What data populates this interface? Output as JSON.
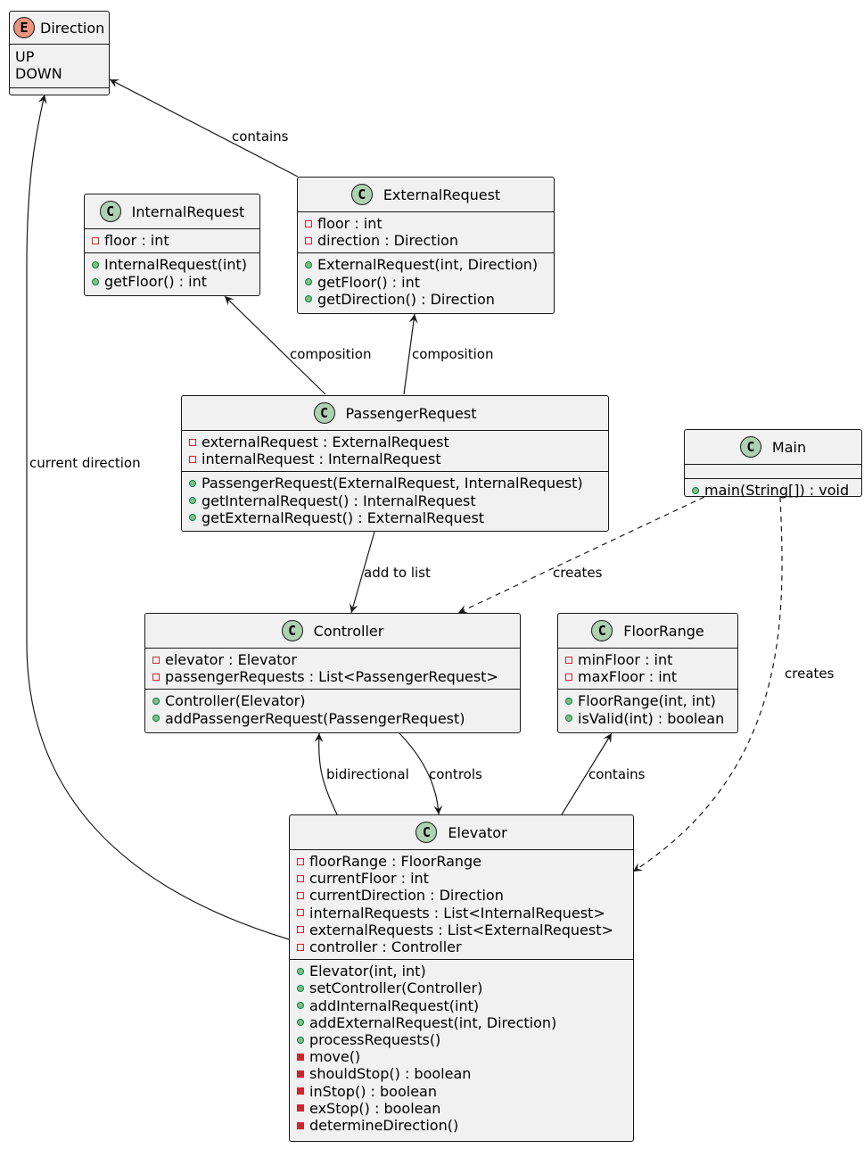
{
  "classes": {
    "direction": {
      "name": "Direction",
      "stereotype": "E",
      "constants": [
        "UP",
        "DOWN"
      ]
    },
    "internal_request": {
      "name": "InternalRequest",
      "stereotype": "C",
      "fields": [
        "floor : int"
      ],
      "methods": [
        "InternalRequest(int)",
        "getFloor() : int"
      ]
    },
    "external_request": {
      "name": "ExternalRequest",
      "stereotype": "C",
      "fields": [
        "floor : int",
        "direction : Direction"
      ],
      "methods": [
        "ExternalRequest(int, Direction)",
        "getFloor() : int",
        "getDirection() : Direction"
      ]
    },
    "passenger_request": {
      "name": "PassengerRequest",
      "stereotype": "C",
      "fields": [
        "externalRequest : ExternalRequest",
        "internalRequest : InternalRequest"
      ],
      "methods": [
        "PassengerRequest(ExternalRequest, InternalRequest)",
        "getInternalRequest() : InternalRequest",
        "getExternalRequest() : ExternalRequest"
      ]
    },
    "main": {
      "name": "Main",
      "stereotype": "C",
      "methods": [
        "main(String[]) : void"
      ]
    },
    "controller": {
      "name": "Controller",
      "stereotype": "C",
      "fields": [
        "elevator : Elevator",
        "passengerRequests : List<PassengerRequest>"
      ],
      "methods": [
        "Controller(Elevator)",
        "addPassengerRequest(PassengerRequest)"
      ]
    },
    "floor_range": {
      "name": "FloorRange",
      "stereotype": "C",
      "fields": [
        "minFloor : int",
        "maxFloor : int"
      ],
      "methods": [
        "FloorRange(int, int)",
        "isValid(int) : boolean"
      ]
    },
    "elevator": {
      "name": "Elevator",
      "stereotype": "C",
      "fields": [
        "floorRange : FloorRange",
        "currentFloor : int",
        "currentDirection : Direction",
        "internalRequests : List<InternalRequest>",
        "externalRequests : List<ExternalRequest>",
        "controller : Controller"
      ],
      "public_methods": [
        "Elevator(int, int)",
        "setController(Controller)",
        "addInternalRequest(int)",
        "addExternalRequest(int, Direction)",
        "processRequests()"
      ],
      "private_methods": [
        "move()",
        "shouldStop() : boolean",
        "inStop() : boolean",
        "exStop() : boolean",
        "determineDirection()"
      ]
    }
  },
  "relations": {
    "ext_to_direction": "contains",
    "pass_to_internal": "composition",
    "pass_to_external": "composition",
    "elevator_to_direction": "current direction",
    "pass_to_controller": "add to list",
    "main_to_controller": "creates",
    "main_to_elevator": "creates",
    "elevator_to_controller": "bidirectional",
    "controller_to_elevator": "controls",
    "elevator_to_floorrange": "contains"
  }
}
